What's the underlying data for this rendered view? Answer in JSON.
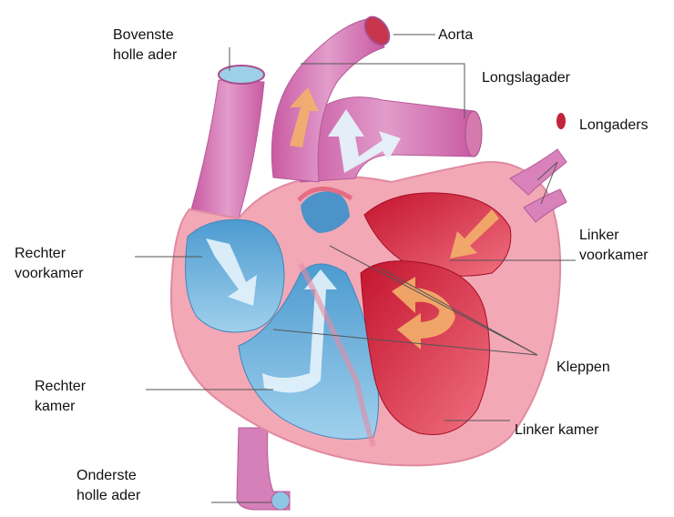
{
  "labels": {
    "superior_vena_cava": [
      "Bovenste",
      "holle ader"
    ],
    "aorta": "Aorta",
    "pulmonary_artery": "Longslagader",
    "pulmonary_veins": "Longaders",
    "right_atrium": [
      "Rechter",
      "voorkamer"
    ],
    "left_atrium": [
      "Linker",
      "voorkamer"
    ],
    "valves": "Kleppen",
    "right_ventricle": [
      "Rechter",
      "kamer"
    ],
    "left_ventricle": "Linker kamer",
    "inferior_vena_cava": [
      "Onderste",
      "holle ader"
    ]
  },
  "colors": {
    "vessel_pink": "#d97cb8",
    "heart_wall": "#f2aab8",
    "deoxygenated_blue": "#5da7d6",
    "oxygenated_red": "#d9304a",
    "arrow_white": "#e6f3fb",
    "arrow_orange": "#f3b06a"
  }
}
